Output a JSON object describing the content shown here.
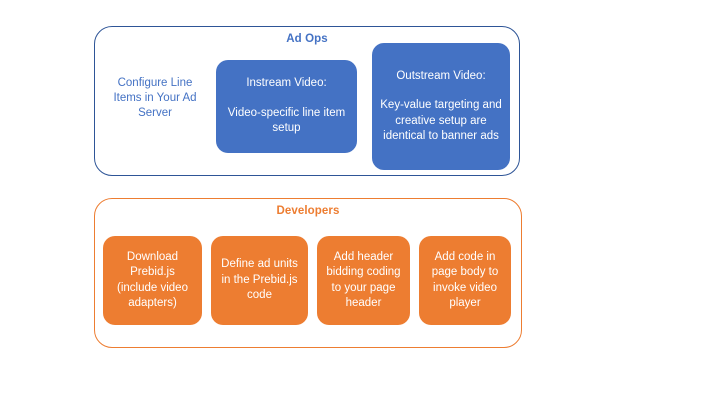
{
  "diagram": {
    "groups": [
      {
        "id": "ad-ops",
        "title": "Ad Ops",
        "accent": "#4472C4",
        "nodes": [
          {
            "id": "configure-line-items",
            "style": "plain",
            "text": "Configure Line Items in Your Ad Server"
          },
          {
            "id": "instream-video",
            "style": "filled",
            "fill": "#4472C4",
            "heading": "Instream Video:",
            "body": "Video-specific line item setup"
          },
          {
            "id": "outstream-video",
            "style": "filled",
            "fill": "#4472C4",
            "heading": "Outstream Video:",
            "body": "Key-value targeting and creative setup are identical to banner ads"
          }
        ]
      },
      {
        "id": "developers",
        "title": "Developers",
        "accent": "#ED7D31",
        "nodes": [
          {
            "id": "download-prebid",
            "style": "filled",
            "fill": "#ED7D31",
            "body": "Download Prebid.js (include video adapters)"
          },
          {
            "id": "define-ad-units",
            "style": "filled",
            "fill": "#ED7D31",
            "body": "Define ad units in the Prebid.js code"
          },
          {
            "id": "add-header-bidding",
            "style": "filled",
            "fill": "#ED7D31",
            "body": "Add header bidding coding to your page header"
          },
          {
            "id": "add-page-body-code",
            "style": "filled",
            "fill": "#ED7D31",
            "body": "Add code in page body to invoke video player"
          }
        ]
      }
    ]
  }
}
